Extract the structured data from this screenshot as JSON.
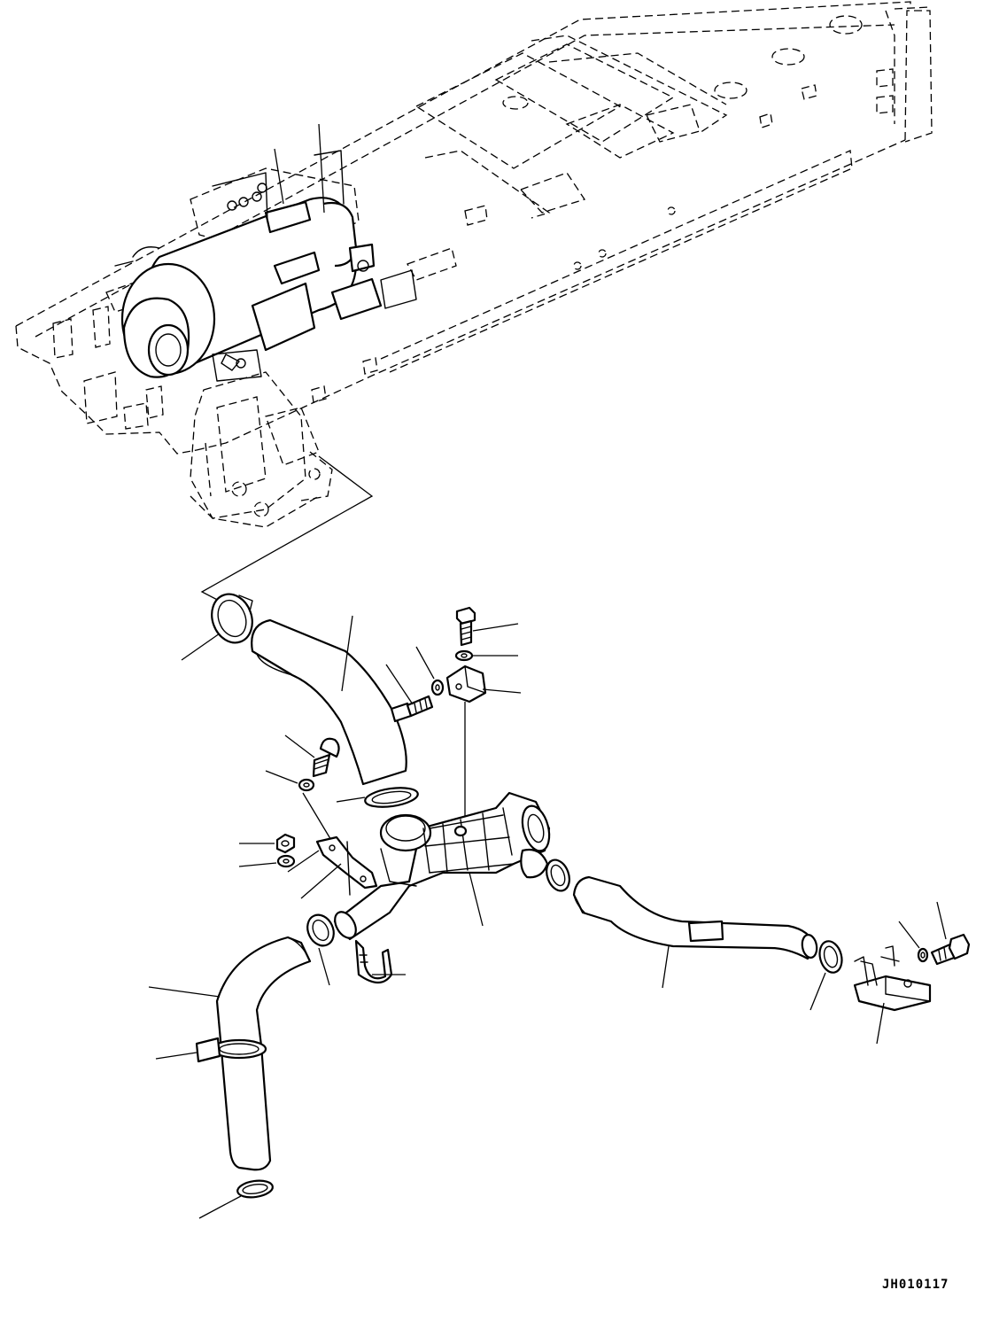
{
  "drawing": {
    "code": "JH010117"
  },
  "colors": {
    "line": "#000000",
    "background": "#ffffff"
  },
  "parts": [
    "frame",
    "air-cleaner",
    "intake-hose-upper",
    "hose-clamp",
    "bolt",
    "washer",
    "bracket",
    "nut",
    "stay",
    "connector-pipe",
    "intake-hose-lower",
    "u-bolt",
    "intake-hose-long",
    "mounting-bracket",
    "clip"
  ]
}
